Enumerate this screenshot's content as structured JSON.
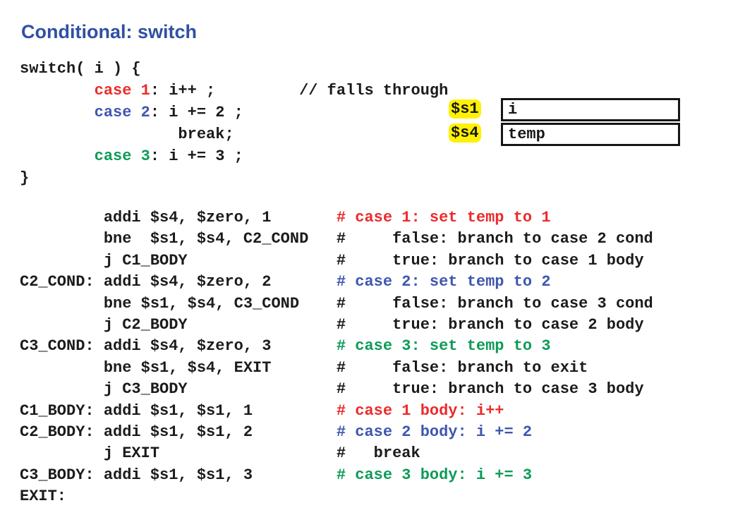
{
  "header": {
    "title": "Conditional: switch"
  },
  "colors": {
    "ink": "#1b1b1b",
    "red": "#ec2b2b",
    "blue": "#3e56b0",
    "green": "#0e9b57",
    "title": "#3050a5",
    "highlight": "#fff103"
  },
  "registers": [
    {
      "name": "$s1",
      "value": "i"
    },
    {
      "name": "$s4",
      "value": "temp"
    }
  ],
  "c_code": {
    "lines": [
      [
        {
          "t": "switch( i ) {",
          "c": "k"
        }
      ],
      [
        {
          "t": "        ",
          "c": "k"
        },
        {
          "t": "case 1",
          "c": "r"
        },
        {
          "t": ": i++ ;         // falls through",
          "c": "k"
        }
      ],
      [
        {
          "t": "        ",
          "c": "k"
        },
        {
          "t": "case 2",
          "c": "b"
        },
        {
          "t": ": i += 2 ;",
          "c": "k"
        }
      ],
      [
        {
          "t": "                 break;",
          "c": "k"
        }
      ],
      [
        {
          "t": "        ",
          "c": "k"
        },
        {
          "t": "case 3",
          "c": "g"
        },
        {
          "t": ": i += 3 ;",
          "c": "k"
        }
      ],
      [
        {
          "t": "}",
          "c": "k"
        }
      ]
    ]
  },
  "assembly": {
    "lines": [
      [
        {
          "t": "         addi $s4, $zero, 1       ",
          "c": "k"
        },
        {
          "t": "# case 1: set temp to 1",
          "c": "r"
        }
      ],
      [
        {
          "t": "         bne  $s1, $s4, C2_COND   #     false: branch to case 2 cond",
          "c": "k"
        }
      ],
      [
        {
          "t": "         j C1_BODY                #     true: branch to case 1 body",
          "c": "k"
        }
      ],
      [
        {
          "t": "C2_COND: addi $s4, $zero, 2       ",
          "c": "k"
        },
        {
          "t": "# case 2: set temp to 2",
          "c": "b"
        }
      ],
      [
        {
          "t": "         bne $s1, $s4, C3_COND    #     false: branch to case 3 cond",
          "c": "k"
        }
      ],
      [
        {
          "t": "         j C2_BODY                #     true: branch to case 2 body",
          "c": "k"
        }
      ],
      [
        {
          "t": "C3_COND: addi $s4, $zero, 3       ",
          "c": "k"
        },
        {
          "t": "# case 3: set temp to 3",
          "c": "g"
        }
      ],
      [
        {
          "t": "         bne $s1, $s4, EXIT       #     false: branch to exit",
          "c": "k"
        }
      ],
      [
        {
          "t": "         j C3_BODY                #     true: branch to case 3 body",
          "c": "k"
        }
      ],
      [
        {
          "t": "C1_BODY: addi $s1, $s1, 1         ",
          "c": "k"
        },
        {
          "t": "# case 1 body: i++",
          "c": "r"
        }
      ],
      [
        {
          "t": "C2_BODY: addi $s1, $s1, 2         ",
          "c": "k"
        },
        {
          "t": "# case 2 body: i += 2",
          "c": "b"
        }
      ],
      [
        {
          "t": "         j EXIT                   #   break",
          "c": "k"
        }
      ],
      [
        {
          "t": "C3_BODY: addi $s1, $s1, 3         ",
          "c": "k"
        },
        {
          "t": "# case 3 body: i += 3",
          "c": "g"
        }
      ],
      [
        {
          "t": "EXIT:",
          "c": "k"
        }
      ]
    ]
  }
}
